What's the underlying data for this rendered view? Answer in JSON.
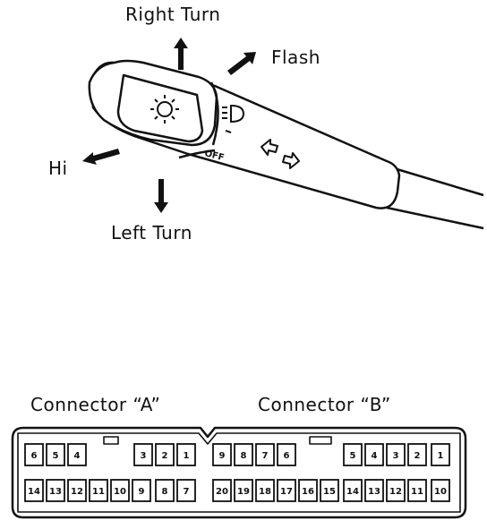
{
  "labels": {
    "right_turn": "Right Turn",
    "flash": "Flash",
    "hi": "Hi",
    "left_turn": "Left Turn",
    "off": "OFF"
  },
  "connectors": {
    "a": {
      "title": "Connector “A”",
      "top_row": [
        "6",
        "5",
        "4",
        "3",
        "2",
        "1"
      ],
      "bottom_row": [
        "14",
        "13",
        "12",
        "11",
        "10",
        "9",
        "8",
        "7"
      ]
    },
    "b": {
      "title": "Connector “B”",
      "top_row": [
        "9",
        "8",
        "7",
        "6",
        "5",
        "4",
        "3",
        "2",
        "1"
      ],
      "bottom_row": [
        "20",
        "19",
        "18",
        "17",
        "16",
        "15",
        "14",
        "13",
        "12",
        "11",
        "10"
      ]
    }
  }
}
